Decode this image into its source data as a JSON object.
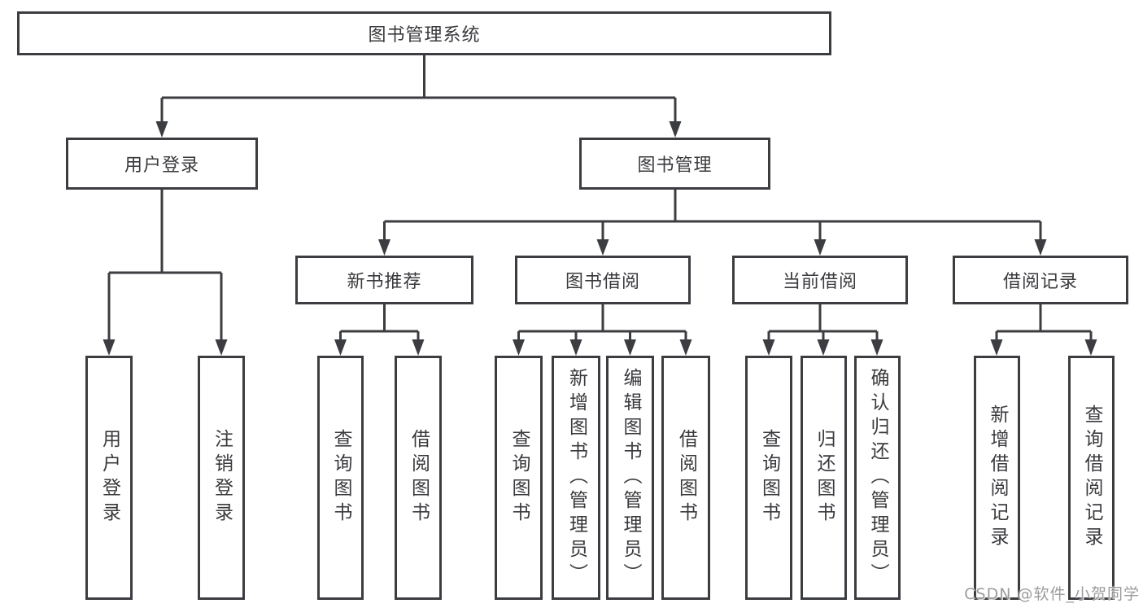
{
  "colors": {
    "line": "#3c3d40",
    "text": "#3a3a3e",
    "watermark": "#9c9c9c",
    "background": "#ffffff"
  },
  "tree": {
    "root": {
      "label": "图书管理系统",
      "children": [
        {
          "label": "用户登录",
          "children": [
            {
              "label": "用户登录"
            },
            {
              "label": "注销登录"
            }
          ]
        },
        {
          "label": "图书管理",
          "children": [
            {
              "label": "新书推荐",
              "children": [
                {
                  "label": "查询图书"
                },
                {
                  "label": "借阅图书"
                }
              ]
            },
            {
              "label": "图书借阅",
              "children": [
                {
                  "label": "查询图书"
                },
                {
                  "label": "新增图书（管理员）"
                },
                {
                  "label": "编辑图书（管理员）"
                },
                {
                  "label": "借阅图书"
                }
              ]
            },
            {
              "label": "当前借阅",
              "children": [
                {
                  "label": "查询图书"
                },
                {
                  "label": "归还图书"
                },
                {
                  "label": "确认归还（管理员）"
                }
              ]
            },
            {
              "label": "借阅记录",
              "children": [
                {
                  "label": "新增借阅记录"
                },
                {
                  "label": "查询借阅记录"
                }
              ]
            }
          ]
        }
      ]
    }
  },
  "watermark": {
    "text": "CSDN @软件_小贺同学"
  }
}
